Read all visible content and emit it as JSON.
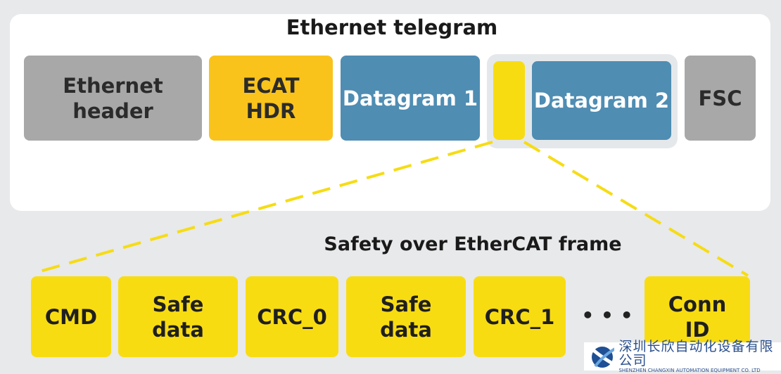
{
  "title": "Ethernet telegram",
  "telegram": [
    {
      "label": "Ethernet header",
      "color": "#a8a8a8"
    },
    {
      "label": "ECAT HDR",
      "color": "#f9c31b"
    },
    {
      "label": "Datagram 1",
      "color": "#4f8db3"
    },
    {
      "label": "Datagram 2",
      "color": "#4f8db3"
    },
    {
      "label": "FSC",
      "color": "#a8a8a8"
    }
  ],
  "frame_title": "Safety over EtherCAT frame",
  "frame": [
    {
      "label": "CMD"
    },
    {
      "label": "Safe data"
    },
    {
      "label": "CRC_0"
    },
    {
      "label": "Safe data"
    },
    {
      "label": "CRC_1"
    },
    {
      "label": "Conn ID"
    }
  ],
  "ellipsis": "• • •",
  "logo": {
    "cn": "深圳长欣自动化设备有限公司",
    "en": "SHENZHEN CHANGXIN AUTOMATION EQUIPMENT CO. LTD"
  },
  "colors": {
    "accent_yellow": "#f8dc12",
    "background": "#e8e9eb"
  }
}
